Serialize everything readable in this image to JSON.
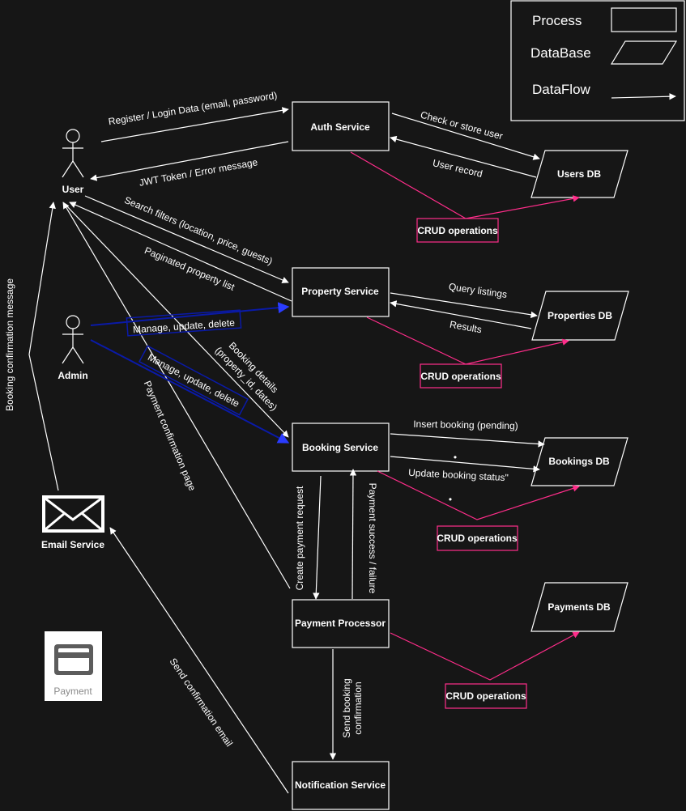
{
  "colors": {
    "background": "#161616",
    "line": "#ffffff",
    "crud": "#ff2d8a",
    "admin_flow": "#0a1aa8"
  },
  "legend": {
    "process": "Process",
    "database": "DataBase",
    "dataflow": "DataFlow"
  },
  "actors": {
    "user": "User",
    "admin": "Admin",
    "email": "Email Service",
    "payment_icon": "Payment"
  },
  "processes": {
    "auth": "Auth Service",
    "property": "Property Service",
    "booking": "Booking Service",
    "payment": "Payment Processor",
    "notification": "Notification Service"
  },
  "databases": {
    "users": "Users DB",
    "properties": "Properties DB",
    "bookings": "Bookings DB",
    "payments": "Payments DB"
  },
  "crud": "CRUD operations",
  "flows": {
    "register_login": "Register / Login Data (email, password)",
    "jwt": "JWT Token / Error message",
    "check_store": "Check or store user",
    "user_record": "User record",
    "search_filters": "Search filters (location, price, guests)",
    "paginated": "Paginated property list",
    "query_listings": "Query listings",
    "results": "Results",
    "admin_manage_1": "Manage, update, delete",
    "admin_manage_2": "Manage, update, delete",
    "booking_details_1": "Booking details",
    "booking_details_2": "(property_id, dates)",
    "payment_confirmation_page": "Payment confirmation page",
    "booking_confirmation_message": "Booking confirmation message",
    "insert_booking": "Insert booking (pending)",
    "update_booking": "Update booking status\"",
    "dot": "•",
    "create_payment": "Create payment request",
    "payment_result": "Payment success / failure",
    "send_booking_1": "Send booking",
    "send_booking_2": "confirmation",
    "send_email": "Send confirmation email"
  }
}
